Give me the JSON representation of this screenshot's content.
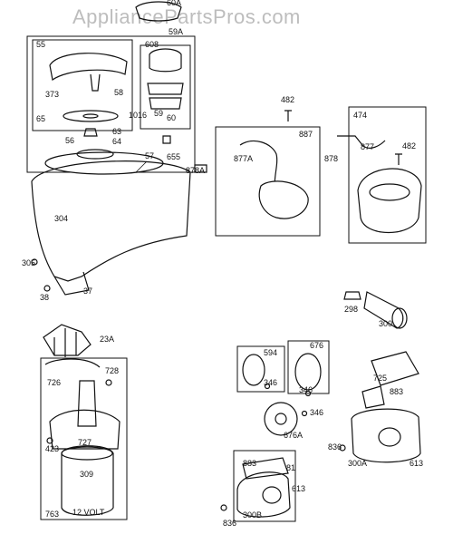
{
  "watermark": "AppliancePartsPros.com",
  "labels": [
    "60A",
    "59A",
    "55",
    "608",
    "373",
    "58",
    "1016",
    "59",
    "65",
    "60",
    "63",
    "64",
    "56",
    "57",
    "655",
    "482",
    "887",
    "877A",
    "878A",
    "474",
    "878",
    "877",
    "482",
    "304",
    "305",
    "38",
    "37",
    "298",
    "300",
    "23A",
    "728",
    "726",
    "727",
    "423",
    "309",
    "763",
    "12 VOLT",
    "594",
    "676",
    "346",
    "346",
    "346",
    "676A",
    "725",
    "883",
    "836",
    "300A",
    "613",
    "883",
    "81",
    "613",
    "300B",
    "836"
  ]
}
